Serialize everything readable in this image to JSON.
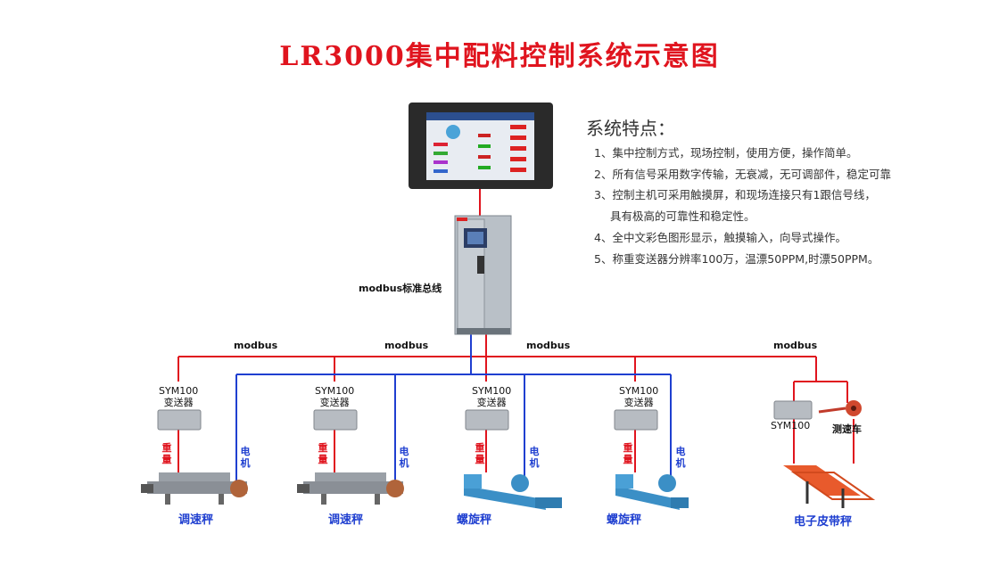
{
  "title": "LR3000集中配料控制系统示意图",
  "features": {
    "heading": "系统特点：",
    "items": [
      "1、集中控制方式，现场控制，使用方便，操作简单。",
      "2、所有信号采用数字传输，无衰减，无可调部件，稳定可靠",
      "3、控制主机可采用触摸屏，和现场连接只有1跟信号线，",
      "具有极高的可靠性和稳定性。",
      "4、全中文彩色图形显示，触摸输入，向导式操作。",
      "5、称重变送器分辨率100万，温漂50PPM,时漂50PPM。"
    ]
  },
  "bus_label": "modbus标准总线",
  "bus_tags": [
    "modbus",
    "modbus",
    "modbus",
    "modbus"
  ],
  "transmitters": [
    {
      "model": "SYM100",
      "type": "变送器"
    },
    {
      "model": "SYM100",
      "type": "变送器"
    },
    {
      "model": "SYM100",
      "type": "变送器"
    },
    {
      "model": "SYM100",
      "type": "变送器"
    }
  ],
  "sym_belt": "SYM100",
  "speed_sensor": "测速车",
  "weight_label": [
    "重",
    "量"
  ],
  "motor_label": [
    "电",
    "机"
  ],
  "devices": [
    "调速秤",
    "调速秤",
    "螺旋秤",
    "螺旋秤",
    "电子皮带秤"
  ],
  "colors": {
    "signal": "#e0141e",
    "motor": "#1f3fd0"
  }
}
